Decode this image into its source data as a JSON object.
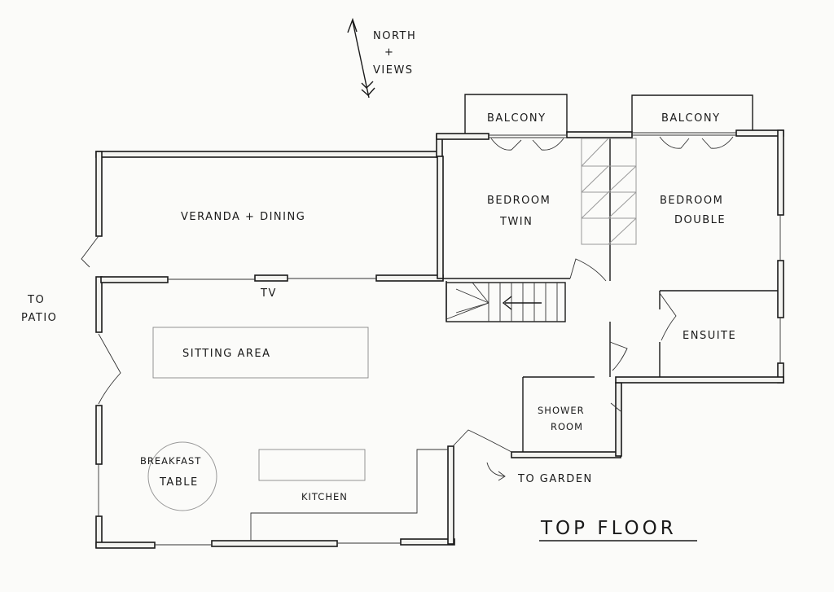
{
  "compass": {
    "text_line1": "NORTH",
    "text_line2": "+",
    "text_line3": "VIEWS"
  },
  "rooms": {
    "veranda": "VERANDA + DINING",
    "bedroom_twin_line1": "BEDROOM",
    "bedroom_twin_line2": "TWIN",
    "bedroom_double_line1": "BEDROOM",
    "bedroom_double_line2": "DOUBLE",
    "balcony_left": "BALCONY",
    "balcony_right": "BALCONY",
    "ensuite": "ENSUITE",
    "shower_line1": "SHOWER",
    "shower_line2": "ROOM",
    "sitting": "SITTING AREA",
    "tv": "TV",
    "breakfast_line1": "BREAKFAST",
    "breakfast_line2": "TABLE",
    "kitchen": "KITCHEN"
  },
  "exits": {
    "patio_line1": "TO",
    "patio_line2": "PATIO",
    "garden": "TO GARDEN"
  },
  "title": "TOP FLOOR"
}
